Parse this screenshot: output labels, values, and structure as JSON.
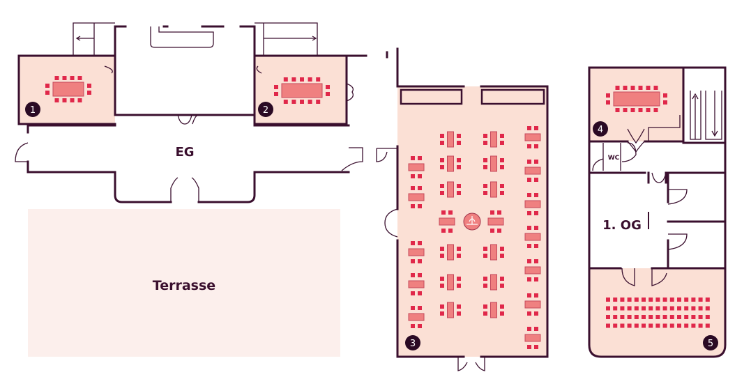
{
  "labels": {
    "ground_floor": "EG",
    "first_floor": "1. OG",
    "terrace": "Terrasse",
    "wc": "WC"
  },
  "rooms": [
    "1",
    "2",
    "3",
    "4",
    "5"
  ],
  "colors": {
    "wall": "#3a0f2e",
    "room": "#fbe0d5",
    "terrace": "#fcefec",
    "table": "#ef8080",
    "chair": "#e0284a",
    "badge": "#2a0a24"
  }
}
